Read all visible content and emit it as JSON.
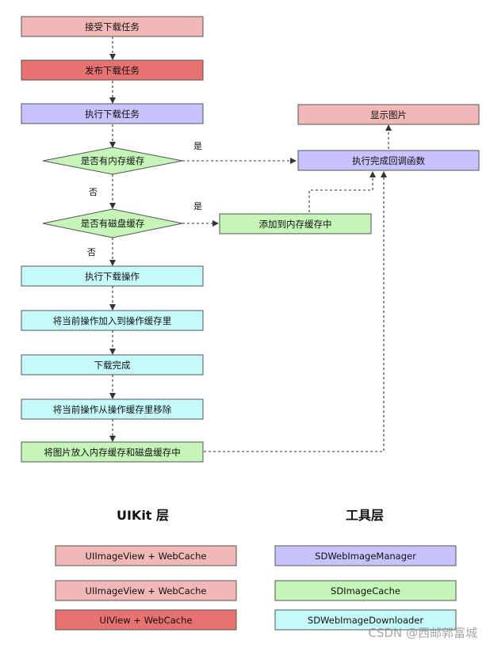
{
  "colors": {
    "pink": "#f2b8b8",
    "red": "#e87272",
    "purple": "#c6c3ff",
    "green": "#c5f5b8",
    "cyan": "#c6fafa",
    "stroke": "#555555"
  },
  "flow": {
    "steps": [
      "接受下载任务",
      "发布下载任务",
      "执行下载任务",
      "是否有内存缓存",
      "是否有磁盘缓存",
      "执行下载操作",
      "将当前操作加入到操作缓存里",
      "下载完成",
      "将当前操作从操作缓存里移除",
      "将图片放入内存缓存和磁盘缓存中"
    ],
    "show_image": "显示图片",
    "callback": "执行完成回调函数",
    "add_memory": "添加到内存缓存中",
    "labels": {
      "yes_memory": "是",
      "no_memory": "否",
      "yes_disk": "是",
      "no_disk": "否"
    }
  },
  "legend": {
    "uikit_title": "UIKit 层",
    "tools_title": "工具层",
    "uikit_items": [
      "UIImageView + WebCache",
      "UIImageView + WebCache",
      "UIView + WebCache"
    ],
    "tools_items": [
      "SDWebImageManager",
      "SDImageCache",
      "SDWebImageDownloader"
    ]
  },
  "watermark": "CSDN @西邮郭富城"
}
